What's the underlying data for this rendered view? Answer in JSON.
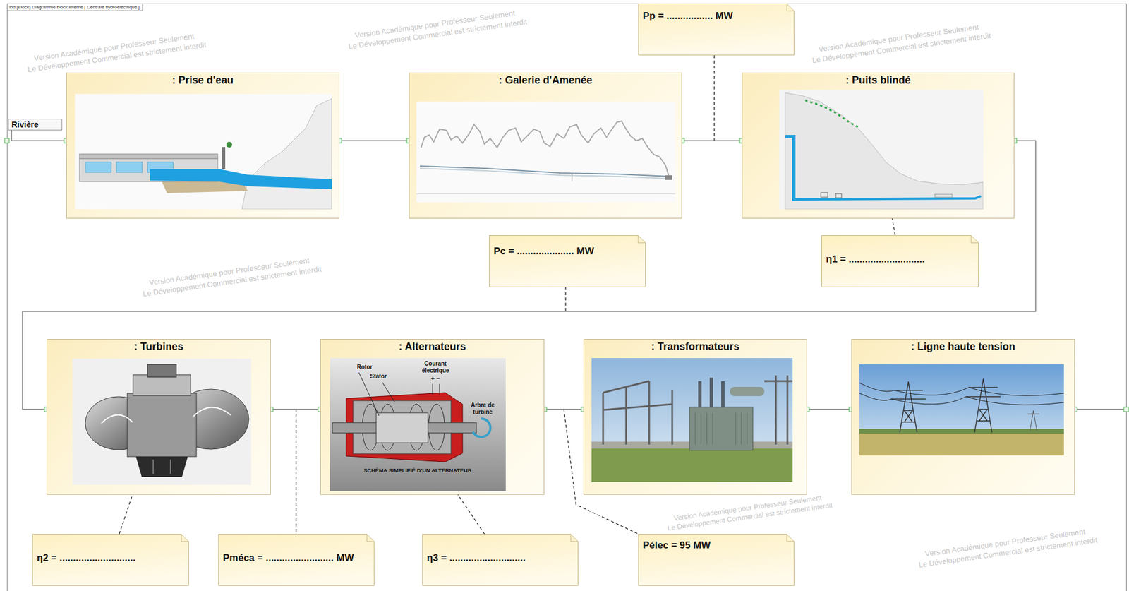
{
  "diagram": {
    "title": "ibd [Block] Diagramme block interne [ Centrale hydroélectrique ]",
    "nodes": [
      {
        "text": [
          "Pp = ................. MW"
        ]
      },
      {
        "text": [
          "Rivière"
        ]
      },
      {
        "text": [
          ": Prise d'eau"
        ]
      },
      {
        "text": [
          ": Galerie d'Amenée"
        ]
      },
      {
        "text": [
          ": Puits blindé"
        ]
      },
      {
        "text": [
          "Pc = ..................... MW"
        ]
      },
      {
        "text": [
          "η1 = ............................"
        ]
      },
      {
        "text": [
          ": Turbines"
        ]
      },
      {
        "text": [
          ": Alternateurs"
        ]
      },
      {
        "text": [
          ": Transformateurs"
        ]
      },
      {
        "text": [
          ": Ligne haute tension"
        ]
      },
      {
        "text": [
          "η2 = ............................"
        ]
      },
      {
        "text": [
          "Pméca = ......................... MW"
        ]
      },
      {
        "text": [
          "η3 = ............................"
        ]
      },
      {
        "text": [
          "Pélec = 95 MW"
        ]
      }
    ],
    "edges": [
      {
        "from": 1,
        "to": 2,
        "arrow": "none"
      },
      {
        "from": 2,
        "to": 3,
        "arrow": "none"
      },
      {
        "from": 3,
        "to": 4,
        "arrow": "none"
      },
      {
        "from": 4,
        "to": 7,
        "arrow": "none"
      },
      {
        "from": 7,
        "to": 8,
        "arrow": "none"
      },
      {
        "from": 8,
        "to": 9,
        "arrow": "none"
      },
      {
        "from": 9,
        "to": 10,
        "arrow": "none"
      },
      {
        "from": 6,
        "to": 4,
        "arrow": "none"
      },
      {
        "from": 11,
        "to": 7,
        "arrow": "none"
      },
      {
        "from": 13,
        "to": 8,
        "arrow": "none"
      }
    ],
    "labels": [
      "Rotor",
      "Stator",
      "Courant électrique",
      "+ −",
      "Arbre de turbine",
      "SCHÉMA SIMPLIFIÉ D'UN ALTERNATEUR",
      "Version Académique pour Professeur Seulement",
      "Le Développement Commercial est strictement interdit",
      "Version Académique pour Professeur Seulement",
      "Le Développement Commercial est strictement interdit",
      "Version Académique pour Professeur Seulement",
      "Le Développement Commercial est strictement interdit",
      "Version Académique pour Professeur Seulement",
      "Le Développement Commercial est strictement interdit",
      "Version Académique pour Professeur Seulement",
      "Le Développement Commercial est strictement interdit",
      "Version Académique pour Professeur Seulement",
      "Le Développement Commercial est strictement interdit"
    ]
  }
}
